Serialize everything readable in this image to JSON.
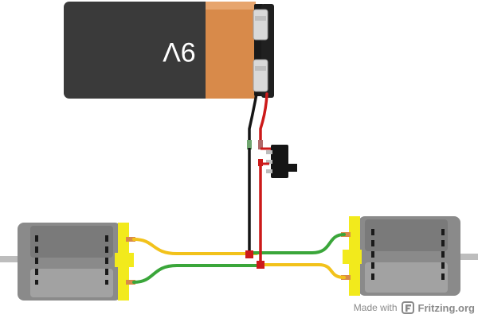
{
  "battery": {
    "label": "9V",
    "body_color": "#3a3a3a",
    "wrap_color": "#d88a4a"
  },
  "wires": {
    "red": "#cc1a1a",
    "black": "#151515",
    "yellow": "#f2c21b",
    "green": "#3aa63a"
  },
  "motor": {
    "body_color": "#8a8a8a",
    "cap_color": "#f2ea1c"
  },
  "switch": {
    "body_color": "#151515"
  },
  "credit": {
    "prefix": "Made with",
    "brand": "Fritzing.org",
    "logo_icon": "fritzing-logo-icon"
  }
}
